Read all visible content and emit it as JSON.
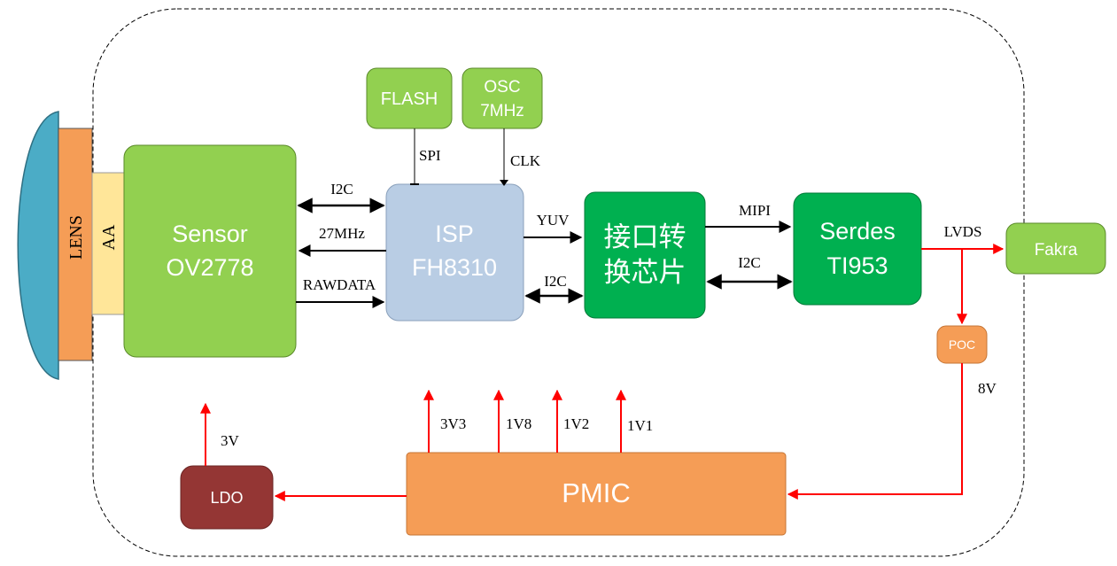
{
  "blocks": {
    "lens": "LENS",
    "aa": "AA",
    "sensor": {
      "line1": "Sensor",
      "line2": "OV2778"
    },
    "isp": {
      "line1": "ISP",
      "line2": "FH8310"
    },
    "flash": "FLASH",
    "osc": {
      "line1": "OSC",
      "line2": "7MHz"
    },
    "bridge": {
      "line1": "接口转",
      "line2": "换芯片"
    },
    "serdes": {
      "line1": "Serdes",
      "line2": "TI953"
    },
    "fakra": "Fakra",
    "poc": "POC",
    "pmic": "PMIC",
    "ldo": "LDO"
  },
  "signals": {
    "i2c_sensor_isp": "I2C",
    "clk_27mhz": "27MHz",
    "rawdata": "RAWDATA",
    "spi": "SPI",
    "clk": "CLK",
    "yuv": "YUV",
    "i2c_isp_bridge": "I2C",
    "mipi": "MIPI",
    "i2c_bridge_serdes": "I2C",
    "lvds": "LVDS"
  },
  "power": {
    "v8": "8V",
    "v3v3": "3V3",
    "v1v8": "1V8",
    "v1v2": "1V2",
    "v1v1": "1V1",
    "v3": "3V"
  },
  "colors": {
    "light_green": "#92d050",
    "dark_green": "#00b050",
    "isp_blue": "#b9cde4",
    "orange": "#f59d56",
    "dark_red": "#943634",
    "lens_blue": "#4bacc6",
    "aa_yellow": "#ffe699",
    "power_red": "#ff0000"
  }
}
